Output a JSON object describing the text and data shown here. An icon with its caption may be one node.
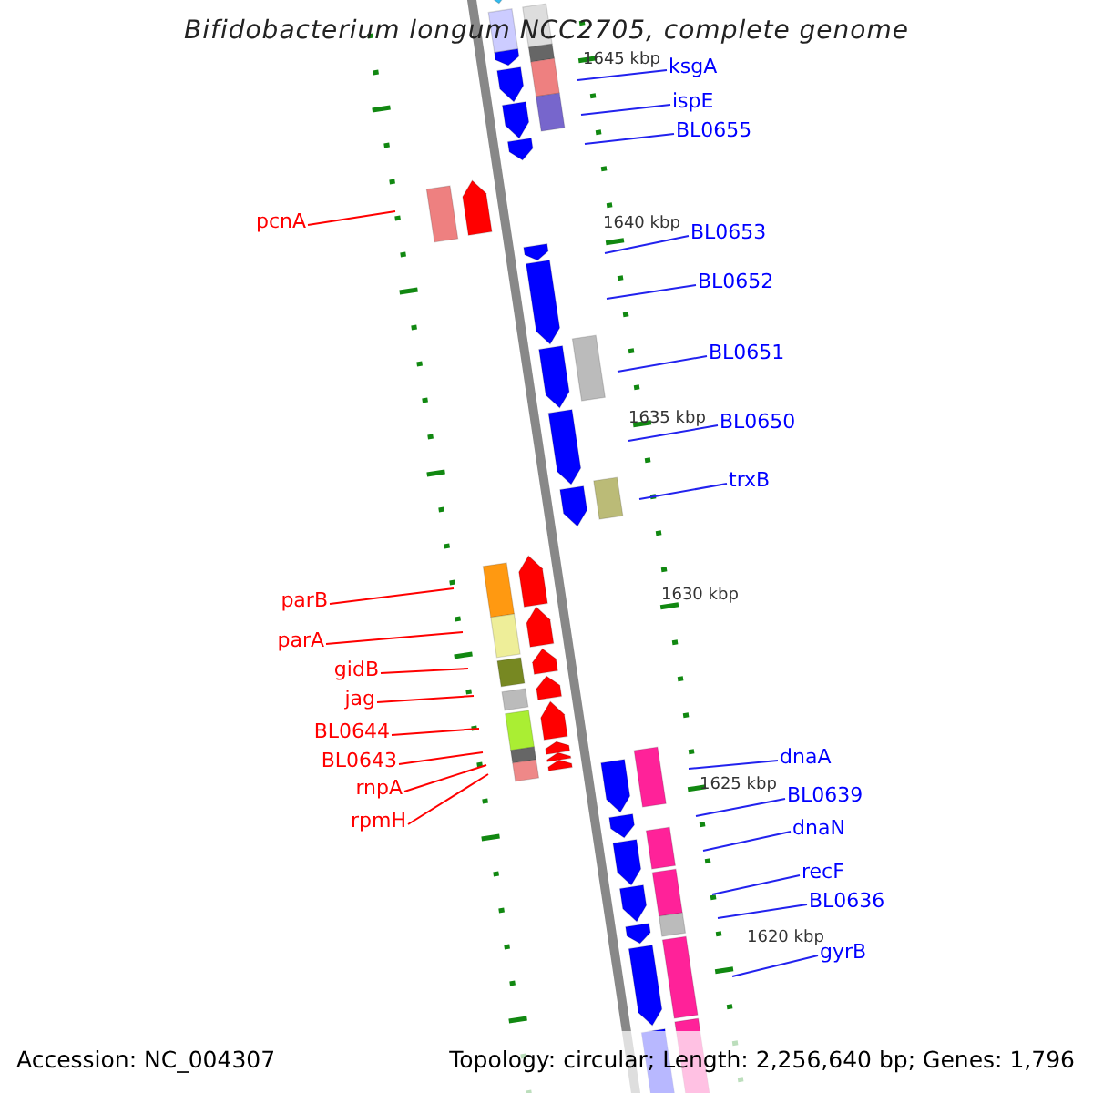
{
  "diagram": {
    "title": "Bifidobacterium longum NCC2705, complete genome",
    "nodes": [
      {
        "text": [
          "ksgA"
        ]
      },
      {
        "text": [
          "ispE"
        ]
      },
      {
        "text": [
          "BL0655"
        ]
      },
      {
        "text": [
          "pcnA"
        ]
      },
      {
        "text": [
          "BL0653"
        ]
      },
      {
        "text": [
          "BL0652"
        ]
      },
      {
        "text": [
          "BL0651"
        ]
      },
      {
        "text": [
          "BL0650"
        ]
      },
      {
        "text": [
          "trxB"
        ]
      },
      {
        "text": [
          "parB"
        ]
      },
      {
        "text": [
          "parA"
        ]
      },
      {
        "text": [
          "gidB"
        ]
      },
      {
        "text": [
          "jag"
        ]
      },
      {
        "text": [
          "BL0644"
        ]
      },
      {
        "text": [
          "BL0643"
        ]
      },
      {
        "text": [
          "rnpA"
        ]
      },
      {
        "text": [
          "rpmH"
        ]
      },
      {
        "text": [
          "dnaA"
        ]
      },
      {
        "text": [
          "BL0639"
        ]
      },
      {
        "text": [
          "dnaN"
        ]
      },
      {
        "text": [
          "recF"
        ]
      },
      {
        "text": [
          "BL0636"
        ]
      },
      {
        "text": [
          "gyrB"
        ]
      }
    ],
    "edges": [
      {
        "from": 0,
        "to": null,
        "arrow": "none"
      },
      {
        "from": 1,
        "to": null,
        "arrow": "none"
      },
      {
        "from": 2,
        "to": null,
        "arrow": "none"
      },
      {
        "from": 3,
        "to": null,
        "arrow": "none",
        "color": "#ff0000"
      },
      {
        "from": 4,
        "to": null,
        "arrow": "none"
      },
      {
        "from": 5,
        "to": null,
        "arrow": "none"
      },
      {
        "from": 6,
        "to": null,
        "arrow": "none"
      },
      {
        "from": 7,
        "to": null,
        "arrow": "none"
      },
      {
        "from": 8,
        "to": null,
        "arrow": "none"
      },
      {
        "from": 9,
        "to": null,
        "arrow": "none",
        "color": "#ff0000"
      },
      {
        "from": 10,
        "to": null,
        "arrow": "none",
        "color": "#ff0000"
      },
      {
        "from": 11,
        "to": null,
        "arrow": "none",
        "color": "#ff0000"
      },
      {
        "from": 12,
        "to": null,
        "arrow": "none",
        "color": "#ff0000"
      },
      {
        "from": 13,
        "to": null,
        "arrow": "none",
        "color": "#ff0000"
      },
      {
        "from": 14,
        "to": null,
        "arrow": "none",
        "color": "#ff0000"
      },
      {
        "from": 15,
        "to": null,
        "arrow": "none",
        "color": "#ff0000"
      },
      {
        "from": 16,
        "to": null,
        "arrow": "none",
        "color": "#ff0000"
      },
      {
        "from": 17,
        "to": null,
        "arrow": "none"
      },
      {
        "from": 18,
        "to": null,
        "arrow": "none"
      },
      {
        "from": 19,
        "to": null,
        "arrow": "none"
      },
      {
        "from": 20,
        "to": null,
        "arrow": "none"
      },
      {
        "from": 21,
        "to": null,
        "arrow": "none"
      },
      {
        "from": 22,
        "to": null,
        "arrow": "none"
      }
    ],
    "labels": [
      "1645 kbp",
      "1640 kbp",
      "1635 kbp",
      "1630 kbp",
      "1625 kbp",
      "1620 kbp",
      "Accession: NC_004307",
      "Topology: circular; Length: 2,256,640 bp; Genes: 1,796"
    ]
  }
}
